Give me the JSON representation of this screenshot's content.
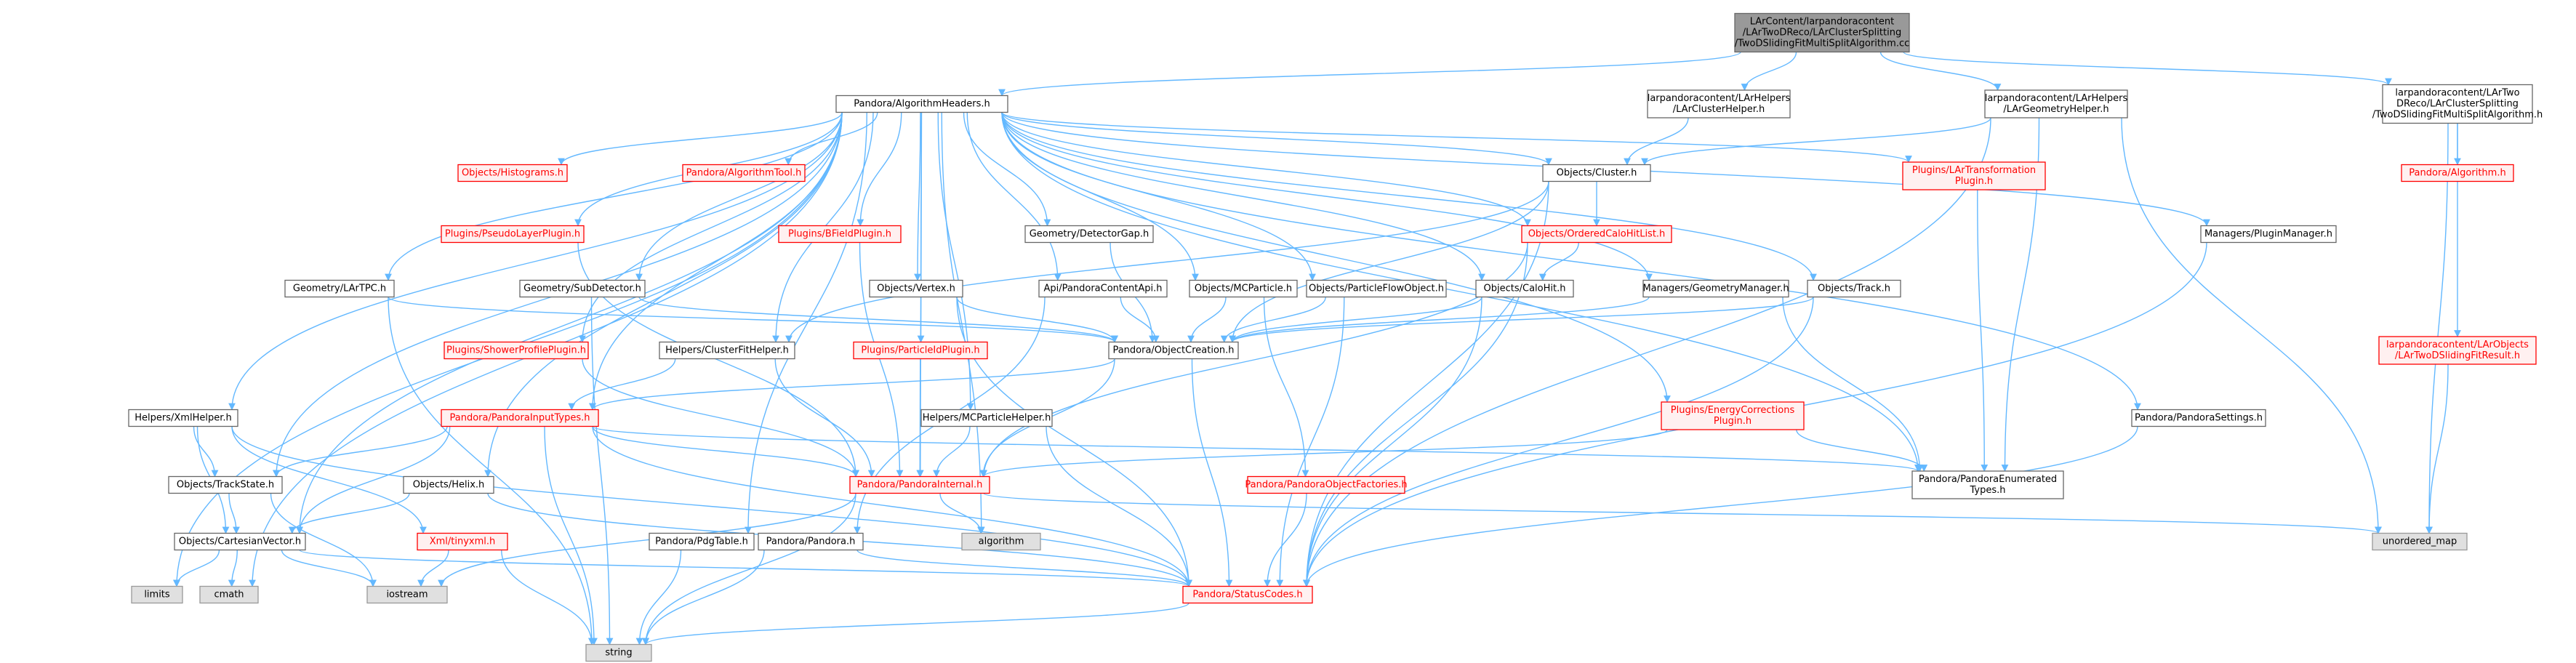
{
  "colors": {
    "edge": "#63b8ff",
    "root_fill": "#999999",
    "normal_border": "#666666",
    "missing_border": "#ff0000",
    "missing_fill": "#fff0f0",
    "system_fill": "#e0e0e0",
    "system_border": "#999999",
    "text": "#000000"
  },
  "nodes": [
    {
      "id": "root",
      "kind": "root",
      "lines": [
        "LArContent/larpandoracontent",
        "/LArTwoDReco/LArClusterSplitting",
        "/TwoDSlidingFitMultiSplitAlgorithm.cc"
      ]
    },
    {
      "id": "algoheaders",
      "kind": "normal",
      "lines": [
        "Pandora/AlgorithmHeaders.h"
      ]
    },
    {
      "id": "clusterhelper",
      "kind": "normal",
      "lines": [
        "larpandoracontent/LArHelpers",
        "/LArClusterHelper.h"
      ]
    },
    {
      "id": "geomhelper",
      "kind": "normal",
      "lines": [
        "larpandoracontent/LArHelpers",
        "/LArGeometryHelper.h"
      ]
    },
    {
      "id": "multisplith",
      "kind": "normal",
      "lines": [
        "larpandoracontent/LArTwo",
        "DReco/LArClusterSplitting",
        "/TwoDSlidingFitMultiSplitAlgorithm.h"
      ]
    },
    {
      "id": "algorithmh",
      "kind": "missing",
      "lines": [
        "Pandora/Algorithm.h"
      ]
    },
    {
      "id": "slidingfitresult",
      "kind": "missing",
      "lines": [
        "larpandoracontent/LArObjects",
        "/LArTwoDSlidingFitResult.h"
      ]
    },
    {
      "id": "histograms",
      "kind": "missing",
      "lines": [
        "Objects/Histograms.h"
      ]
    },
    {
      "id": "algorithmtool",
      "kind": "missing",
      "lines": [
        "Pandora/AlgorithmTool.h"
      ]
    },
    {
      "id": "cluster",
      "kind": "normal",
      "lines": [
        "Objects/Cluster.h"
      ]
    },
    {
      "id": "transplugin",
      "kind": "missing",
      "lines": [
        "Plugins/LArTransformation",
        "Plugin.h"
      ]
    },
    {
      "id": "pseudolayer",
      "kind": "missing",
      "lines": [
        "Plugins/PseudoLayerPlugin.h"
      ]
    },
    {
      "id": "bfield",
      "kind": "missing",
      "lines": [
        "Plugins/BFieldPlugin.h"
      ]
    },
    {
      "id": "detectorgap",
      "kind": "normal",
      "lines": [
        "Geometry/DetectorGap.h"
      ]
    },
    {
      "id": "orderedcalo",
      "kind": "missing",
      "lines": [
        "Objects/OrderedCaloHitList.h"
      ]
    },
    {
      "id": "pluginmanager",
      "kind": "normal",
      "lines": [
        "Managers/PluginManager.h"
      ]
    },
    {
      "id": "lartpc",
      "kind": "normal",
      "lines": [
        "Geometry/LArTPC.h"
      ]
    },
    {
      "id": "subdetector",
      "kind": "normal",
      "lines": [
        "Geometry/SubDetector.h"
      ]
    },
    {
      "id": "vertex",
      "kind": "normal",
      "lines": [
        "Objects/Vertex.h"
      ]
    },
    {
      "id": "contentapi",
      "kind": "normal",
      "lines": [
        "Api/PandoraContentApi.h"
      ]
    },
    {
      "id": "mcparticle",
      "kind": "normal",
      "lines": [
        "Objects/MCParticle.h"
      ]
    },
    {
      "id": "pfo",
      "kind": "normal",
      "lines": [
        "Objects/ParticleFlowObject.h"
      ]
    },
    {
      "id": "calohit",
      "kind": "normal",
      "lines": [
        "Objects/CaloHit.h"
      ]
    },
    {
      "id": "geommanager",
      "kind": "normal",
      "lines": [
        "Managers/GeometryManager.h"
      ]
    },
    {
      "id": "track",
      "kind": "normal",
      "lines": [
        "Objects/Track.h"
      ]
    },
    {
      "id": "showerprofile",
      "kind": "missing",
      "lines": [
        "Plugins/ShowerProfilePlugin.h"
      ]
    },
    {
      "id": "clusterfithelper",
      "kind": "normal",
      "lines": [
        "Helpers/ClusterFitHelper.h"
      ]
    },
    {
      "id": "particleid",
      "kind": "missing",
      "lines": [
        "Plugins/ParticleIdPlugin.h"
      ]
    },
    {
      "id": "objectcreation",
      "kind": "normal",
      "lines": [
        "Pandora/ObjectCreation.h"
      ]
    },
    {
      "id": "xmlhelper",
      "kind": "normal",
      "lines": [
        "Helpers/XmlHelper.h"
      ]
    },
    {
      "id": "inputtypes",
      "kind": "missing",
      "lines": [
        "Pandora/PandoraInputTypes.h"
      ]
    },
    {
      "id": "mcparticlehelper",
      "kind": "normal",
      "lines": [
        "Helpers/MCParticleHelper.h"
      ]
    },
    {
      "id": "energycorr",
      "kind": "missing",
      "lines": [
        "Plugins/EnergyCorrections",
        "Plugin.h"
      ]
    },
    {
      "id": "pandorasettings",
      "kind": "normal",
      "lines": [
        "Pandora/PandoraSettings.h"
      ]
    },
    {
      "id": "trackstate",
      "kind": "normal",
      "lines": [
        "Objects/TrackState.h"
      ]
    },
    {
      "id": "helix",
      "kind": "normal",
      "lines": [
        "Objects/Helix.h"
      ]
    },
    {
      "id": "pandorainternal",
      "kind": "missing",
      "lines": [
        "Pandora/PandoraInternal.h"
      ]
    },
    {
      "id": "objectfactories",
      "kind": "missing",
      "lines": [
        "Pandora/PandoraObjectFactories.h"
      ]
    },
    {
      "id": "enumerated",
      "kind": "normal",
      "lines": [
        "Pandora/PandoraEnumerated",
        "Types.h"
      ]
    },
    {
      "id": "algorithm",
      "kind": "system",
      "lines": [
        "algorithm"
      ]
    },
    {
      "id": "unorderedmap",
      "kind": "system",
      "lines": [
        "unordered_map"
      ]
    },
    {
      "id": "cartesian",
      "kind": "normal",
      "lines": [
        "Objects/CartesianVector.h"
      ]
    },
    {
      "id": "tinyxml",
      "kind": "missing",
      "lines": [
        "Xml/tinyxml.h"
      ]
    },
    {
      "id": "pdgtable",
      "kind": "normal",
      "lines": [
        "Pandora/PdgTable.h"
      ]
    },
    {
      "id": "pandora",
      "kind": "normal",
      "lines": [
        "Pandora/Pandora.h"
      ]
    },
    {
      "id": "limits",
      "kind": "system",
      "lines": [
        "limits"
      ]
    },
    {
      "id": "cmath",
      "kind": "system",
      "lines": [
        "cmath"
      ]
    },
    {
      "id": "iostream",
      "kind": "system",
      "lines": [
        "iostream"
      ]
    },
    {
      "id": "statuscodes",
      "kind": "missing",
      "lines": [
        "Pandora/StatusCodes.h"
      ]
    },
    {
      "id": "string",
      "kind": "system",
      "lines": [
        "string"
      ]
    }
  ],
  "edges": [
    [
      "root",
      "algoheaders"
    ],
    [
      "root",
      "clusterhelper"
    ],
    [
      "root",
      "geomhelper"
    ],
    [
      "root",
      "multisplith"
    ],
    [
      "multisplith",
      "algorithmh"
    ],
    [
      "multisplith",
      "slidingfitresult"
    ],
    [
      "multisplith",
      "unorderedmap"
    ],
    [
      "slidingfitresult",
      "unorderedmap"
    ],
    [
      "clusterhelper",
      "cluster"
    ],
    [
      "geomhelper",
      "cluster"
    ],
    [
      "geomhelper",
      "enumerated"
    ],
    [
      "geomhelper",
      "statuscodes"
    ],
    [
      "geomhelper",
      "unorderedmap"
    ],
    [
      "algoheaders",
      "histograms"
    ],
    [
      "algoheaders",
      "algorithmtool"
    ],
    [
      "algoheaders",
      "cluster"
    ],
    [
      "algoheaders",
      "transplugin"
    ],
    [
      "algoheaders",
      "pseudolayer"
    ],
    [
      "algoheaders",
      "bfield"
    ],
    [
      "algoheaders",
      "detectorgap"
    ],
    [
      "algoheaders",
      "orderedcalo"
    ],
    [
      "algoheaders",
      "pluginmanager"
    ],
    [
      "algoheaders",
      "lartpc"
    ],
    [
      "algoheaders",
      "subdetector"
    ],
    [
      "algoheaders",
      "vertex"
    ],
    [
      "algoheaders",
      "contentapi"
    ],
    [
      "algoheaders",
      "mcparticle"
    ],
    [
      "algoheaders",
      "pfo"
    ],
    [
      "algoheaders",
      "calohit"
    ],
    [
      "algoheaders",
      "geommanager"
    ],
    [
      "algoheaders",
      "track"
    ],
    [
      "algoheaders",
      "showerprofile"
    ],
    [
      "algoheaders",
      "clusterfithelper"
    ],
    [
      "algoheaders",
      "particleid"
    ],
    [
      "algoheaders",
      "xmlhelper"
    ],
    [
      "algoheaders",
      "inputtypes"
    ],
    [
      "algoheaders",
      "mcparticlehelper"
    ],
    [
      "algoheaders",
      "energycorr"
    ],
    [
      "algoheaders",
      "pandorasettings"
    ],
    [
      "algoheaders",
      "trackstate"
    ],
    [
      "algoheaders",
      "helix"
    ],
    [
      "algoheaders",
      "pandorainternal"
    ],
    [
      "algoheaders",
      "enumerated"
    ],
    [
      "algoheaders",
      "algorithm"
    ],
    [
      "algoheaders",
      "cartesian"
    ],
    [
      "algoheaders",
      "pdgtable"
    ],
    [
      "algoheaders",
      "limits"
    ],
    [
      "algoheaders",
      "cmath"
    ],
    [
      "cluster",
      "orderedcalo"
    ],
    [
      "cluster",
      "objectcreation"
    ],
    [
      "cluster",
      "clusterfithelper"
    ],
    [
      "cluster",
      "statuscodes"
    ],
    [
      "orderedcalo",
      "calohit"
    ],
    [
      "orderedcalo",
      "pandorainternal"
    ],
    [
      "orderedcalo",
      "statuscodes"
    ],
    [
      "transplugin",
      "enumerated"
    ],
    [
      "pseudolayer",
      "pandorainternal"
    ],
    [
      "bfield",
      "pandorainternal"
    ],
    [
      "detectorgap",
      "objectcreation"
    ],
    [
      "pluginmanager",
      "statuscodes"
    ],
    [
      "lartpc",
      "objectcreation"
    ],
    [
      "lartpc",
      "string"
    ],
    [
      "subdetector",
      "objectcreation"
    ],
    [
      "subdetector",
      "string"
    ],
    [
      "vertex",
      "objectcreation"
    ],
    [
      "vertex",
      "statuscodes"
    ],
    [
      "contentapi",
      "objectcreation"
    ],
    [
      "contentapi",
      "pandora"
    ],
    [
      "mcparticle",
      "objectcreation"
    ],
    [
      "mcparticle",
      "objectfactories"
    ],
    [
      "pfo",
      "objectcreation"
    ],
    [
      "pfo",
      "statuscodes"
    ],
    [
      "calohit",
      "objectcreation"
    ],
    [
      "calohit",
      "statuscodes"
    ],
    [
      "geommanager",
      "objectcreation"
    ],
    [
      "geommanager",
      "enumerated"
    ],
    [
      "track",
      "objectcreation"
    ],
    [
      "track",
      "statuscodes"
    ],
    [
      "showerprofile",
      "pandorainternal"
    ],
    [
      "clusterfithelper",
      "inputtypes"
    ],
    [
      "clusterfithelper",
      "pandorainternal"
    ],
    [
      "particleid",
      "pandorainternal"
    ],
    [
      "objectcreation",
      "inputtypes"
    ],
    [
      "objectcreation",
      "pandorainternal"
    ],
    [
      "objectcreation",
      "statuscodes"
    ],
    [
      "xmlhelper",
      "trackstate"
    ],
    [
      "xmlhelper",
      "cartesian"
    ],
    [
      "xmlhelper",
      "tinyxml"
    ],
    [
      "xmlhelper",
      "statuscodes"
    ],
    [
      "inputtypes",
      "trackstate"
    ],
    [
      "inputtypes",
      "cartesian"
    ],
    [
      "inputtypes",
      "pandorainternal"
    ],
    [
      "inputtypes",
      "enumerated"
    ],
    [
      "inputtypes",
      "string"
    ],
    [
      "inputtypes",
      "statuscodes"
    ],
    [
      "mcparticlehelper",
      "pandorainternal"
    ],
    [
      "mcparticlehelper",
      "statuscodes"
    ],
    [
      "energycorr",
      "pandorainternal"
    ],
    [
      "energycorr",
      "enumerated"
    ],
    [
      "pandorasettings",
      "statuscodes"
    ],
    [
      "trackstate",
      "cartesian"
    ],
    [
      "trackstate",
      "iostream"
    ],
    [
      "helix",
      "cartesian"
    ],
    [
      "helix",
      "statuscodes"
    ],
    [
      "pandorainternal",
      "algorithm"
    ],
    [
      "pandorainternal",
      "unorderedmap"
    ],
    [
      "pandorainternal",
      "string"
    ],
    [
      "pandorainternal",
      "iostream"
    ],
    [
      "objectfactories",
      "statuscodes"
    ],
    [
      "cartesian",
      "limits"
    ],
    [
      "cartesian",
      "cmath"
    ],
    [
      "cartesian",
      "iostream"
    ],
    [
      "cartesian",
      "statuscodes"
    ],
    [
      "tinyxml",
      "iostream"
    ],
    [
      "tinyxml",
      "string"
    ],
    [
      "pdgtable",
      "string"
    ],
    [
      "pandora",
      "statuscodes"
    ],
    [
      "pandora",
      "string"
    ],
    [
      "statuscodes",
      "string"
    ]
  ]
}
